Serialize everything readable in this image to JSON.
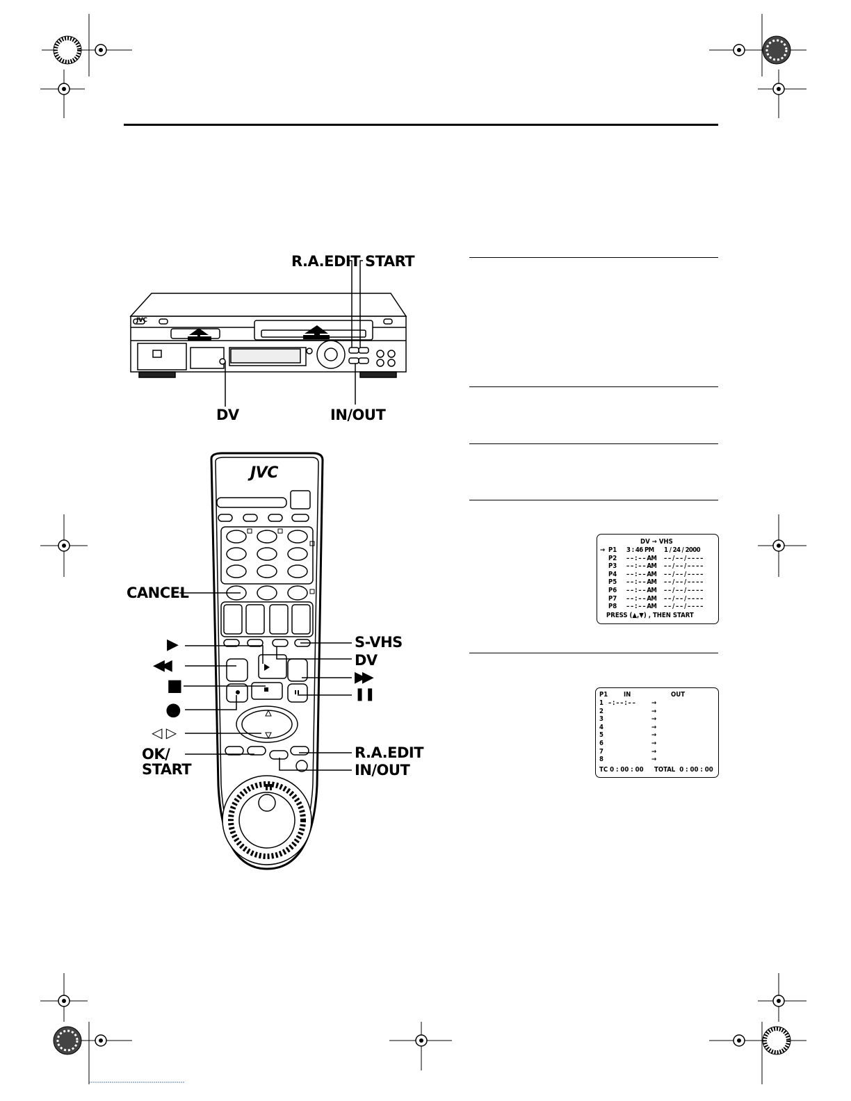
{
  "vcr_labels": {
    "ra_edit": "R.A.EDIT",
    "start": "START",
    "dv": "DV",
    "in_out": "IN/OUT",
    "brand": "JVC"
  },
  "remote_labels": {
    "brand": "JVC",
    "cancel": "CANCEL",
    "s_vhs": "S-VHS",
    "dv": "DV",
    "ok_start_line1": "OK/",
    "ok_start_line2": "START",
    "ra_edit": "R.A.EDIT",
    "in_out": "IN/OUT",
    "play_symbol": "▶",
    "rewind_symbol": "◀◀",
    "ff_symbol": "▶▶",
    "stop_symbol": "■",
    "pause_symbol": "❚❚",
    "record_symbol": "●",
    "arrows_symbol": "◁ ▷"
  },
  "osd_program": {
    "title": "DV → VHS",
    "rows": [
      {
        "marker": "→",
        "prog": "P1",
        "time": "3 : 46 PM",
        "date": "1 / 24 / 2000"
      },
      {
        "marker": "",
        "prog": "P2",
        "time": "– – : – – AM",
        "date": "– – / – – / – – – –"
      },
      {
        "marker": "",
        "prog": "P3",
        "time": "– – : – – AM",
        "date": "– – / – – / – – – –"
      },
      {
        "marker": "",
        "prog": "P4",
        "time": "– – : – – AM",
        "date": "– – / – – / – – – –"
      },
      {
        "marker": "",
        "prog": "P5",
        "time": "– – : – – AM",
        "date": "– – / – – / – – – –"
      },
      {
        "marker": "",
        "prog": "P6",
        "time": "– – : – – AM",
        "date": "– – / – – / – – – –"
      },
      {
        "marker": "",
        "prog": "P7",
        "time": "– – : – – AM",
        "date": "– – / – – / – – – –"
      },
      {
        "marker": "",
        "prog": "P8",
        "time": "– – : – – AM",
        "date": "– – / – – / – – – –"
      }
    ],
    "footer": "PRESS (▲,▼) , THEN START"
  },
  "osd_edit": {
    "prog": "P1",
    "in_header": "IN",
    "out_header": "OUT",
    "rows": [
      {
        "num": "1",
        "in": "– : – – : – –",
        "arrow": "→"
      },
      {
        "num": "2",
        "in": "",
        "arrow": "→"
      },
      {
        "num": "3",
        "in": "",
        "arrow": "→"
      },
      {
        "num": "4",
        "in": "",
        "arrow": "→"
      },
      {
        "num": "5",
        "in": "",
        "arrow": "→"
      },
      {
        "num": "6",
        "in": "",
        "arrow": "→"
      },
      {
        "num": "7",
        "in": "",
        "arrow": "→"
      },
      {
        "num": "8",
        "in": "",
        "arrow": "→"
      }
    ],
    "tc": "TC 0 : 00 : 00",
    "total": "TOTAL  0 : 00 : 00"
  }
}
